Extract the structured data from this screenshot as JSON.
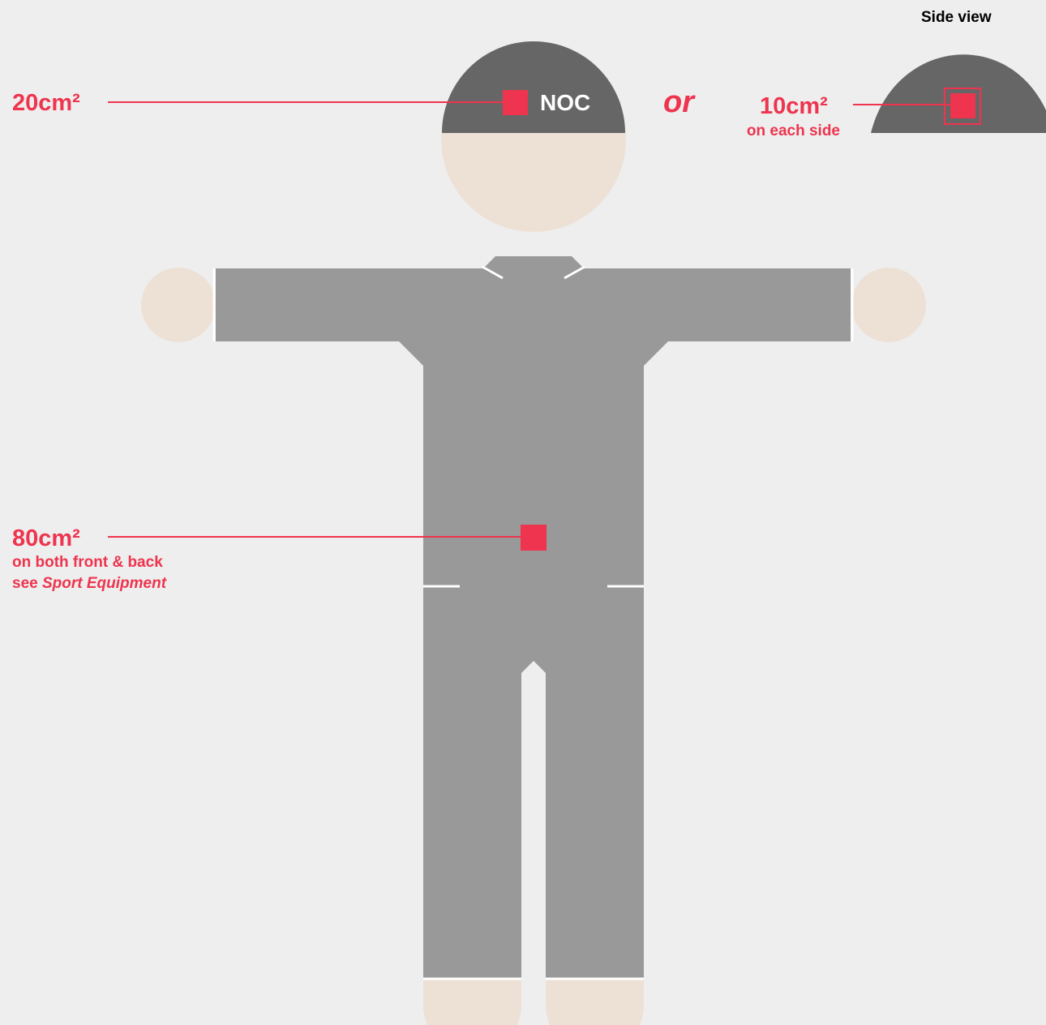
{
  "labels": {
    "side_view_title": "Side view",
    "or_word": "or",
    "noc_text": "NOC",
    "cap_front": {
      "area": "20cm²"
    },
    "cap_side": {
      "area": "10cm²",
      "note": "on each side"
    },
    "body": {
      "area": "80cm²",
      "note_line1": "on both front & back",
      "note_line2_prefix": "see ",
      "note_line2_italic": "Sport Equipment"
    }
  },
  "colors": {
    "background": "#eeeeee",
    "accent": "#ee344e",
    "cap": "#666666",
    "suit": "#999999",
    "skin": "#ede1d6",
    "seam": "#ffffff",
    "title": "#000000"
  }
}
